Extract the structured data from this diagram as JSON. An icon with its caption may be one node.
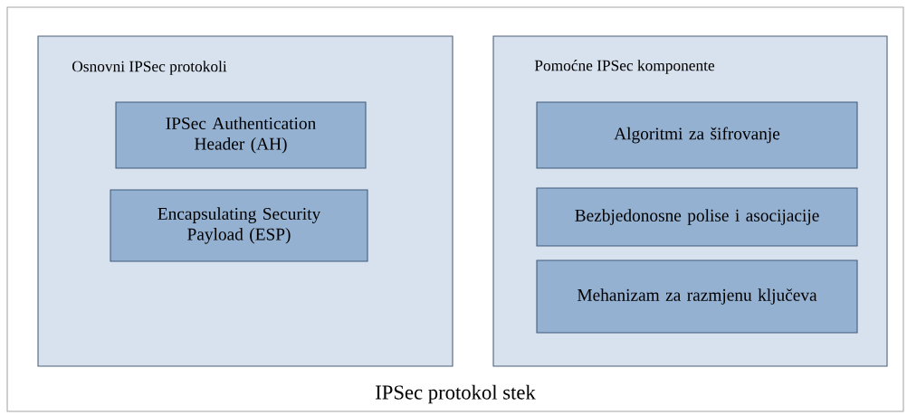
{
  "diagram": {
    "nodes": [
      {
        "text": [
          "IPSec protokol stek"
        ]
      },
      {
        "text": [
          "Osnovni IPSec protokoli"
        ],
        "in": 0
      },
      {
        "text": [
          "IPSec Authentication Header (AH)"
        ],
        "in": 1
      },
      {
        "text": [
          "Encapsulating Security Payload (ESP)"
        ],
        "in": 1
      },
      {
        "text": [
          "Pomoćne IPSec komponente"
        ],
        "in": 0
      },
      {
        "text": [
          "Algoritmi za šifrovanje"
        ],
        "in": 4
      },
      {
        "text": [
          "Bezbjedonosne polise i asocijacije"
        ],
        "in": 4
      },
      {
        "text": [
          "Mehanizam za razmjenu ključeva"
        ],
        "in": 4
      }
    ]
  }
}
